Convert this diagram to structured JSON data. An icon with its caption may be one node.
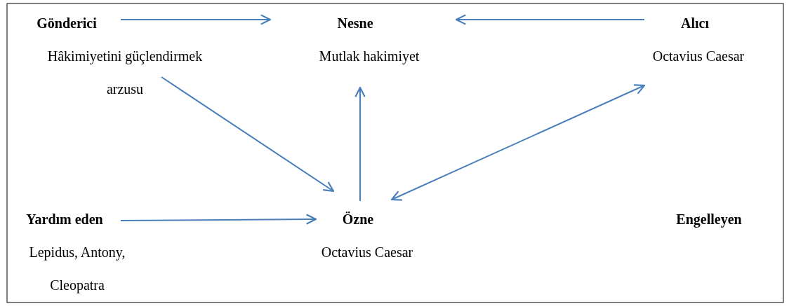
{
  "diagram": {
    "nodes": [
      {
        "text": [
          "Gönderici",
          "Hâkimiyetini güçlendirmek arzusu"
        ]
      },
      {
        "text": [
          "Nesne",
          "Mutlak hakimiyet"
        ]
      },
      {
        "text": [
          "Alıcı",
          "Octavius Caesar"
        ]
      },
      {
        "text": [
          "Yardım eden",
          "Lepidus, Antony, Cleopatra"
        ]
      },
      {
        "text": [
          "Özne",
          "Octavius Caesar"
        ]
      },
      {
        "text": [
          "Engelleyen"
        ]
      }
    ],
    "edges": [
      {
        "from": 0,
        "to": 1,
        "arrow": "to"
      },
      {
        "from": 2,
        "to": 1,
        "arrow": "to"
      },
      {
        "from": 0,
        "to": 4,
        "arrow": "to"
      },
      {
        "from": 4,
        "to": 1,
        "arrow": "to"
      },
      {
        "from": 4,
        "to": 2,
        "arrow": "both"
      },
      {
        "from": 3,
        "to": 4,
        "arrow": "to"
      }
    ]
  }
}
